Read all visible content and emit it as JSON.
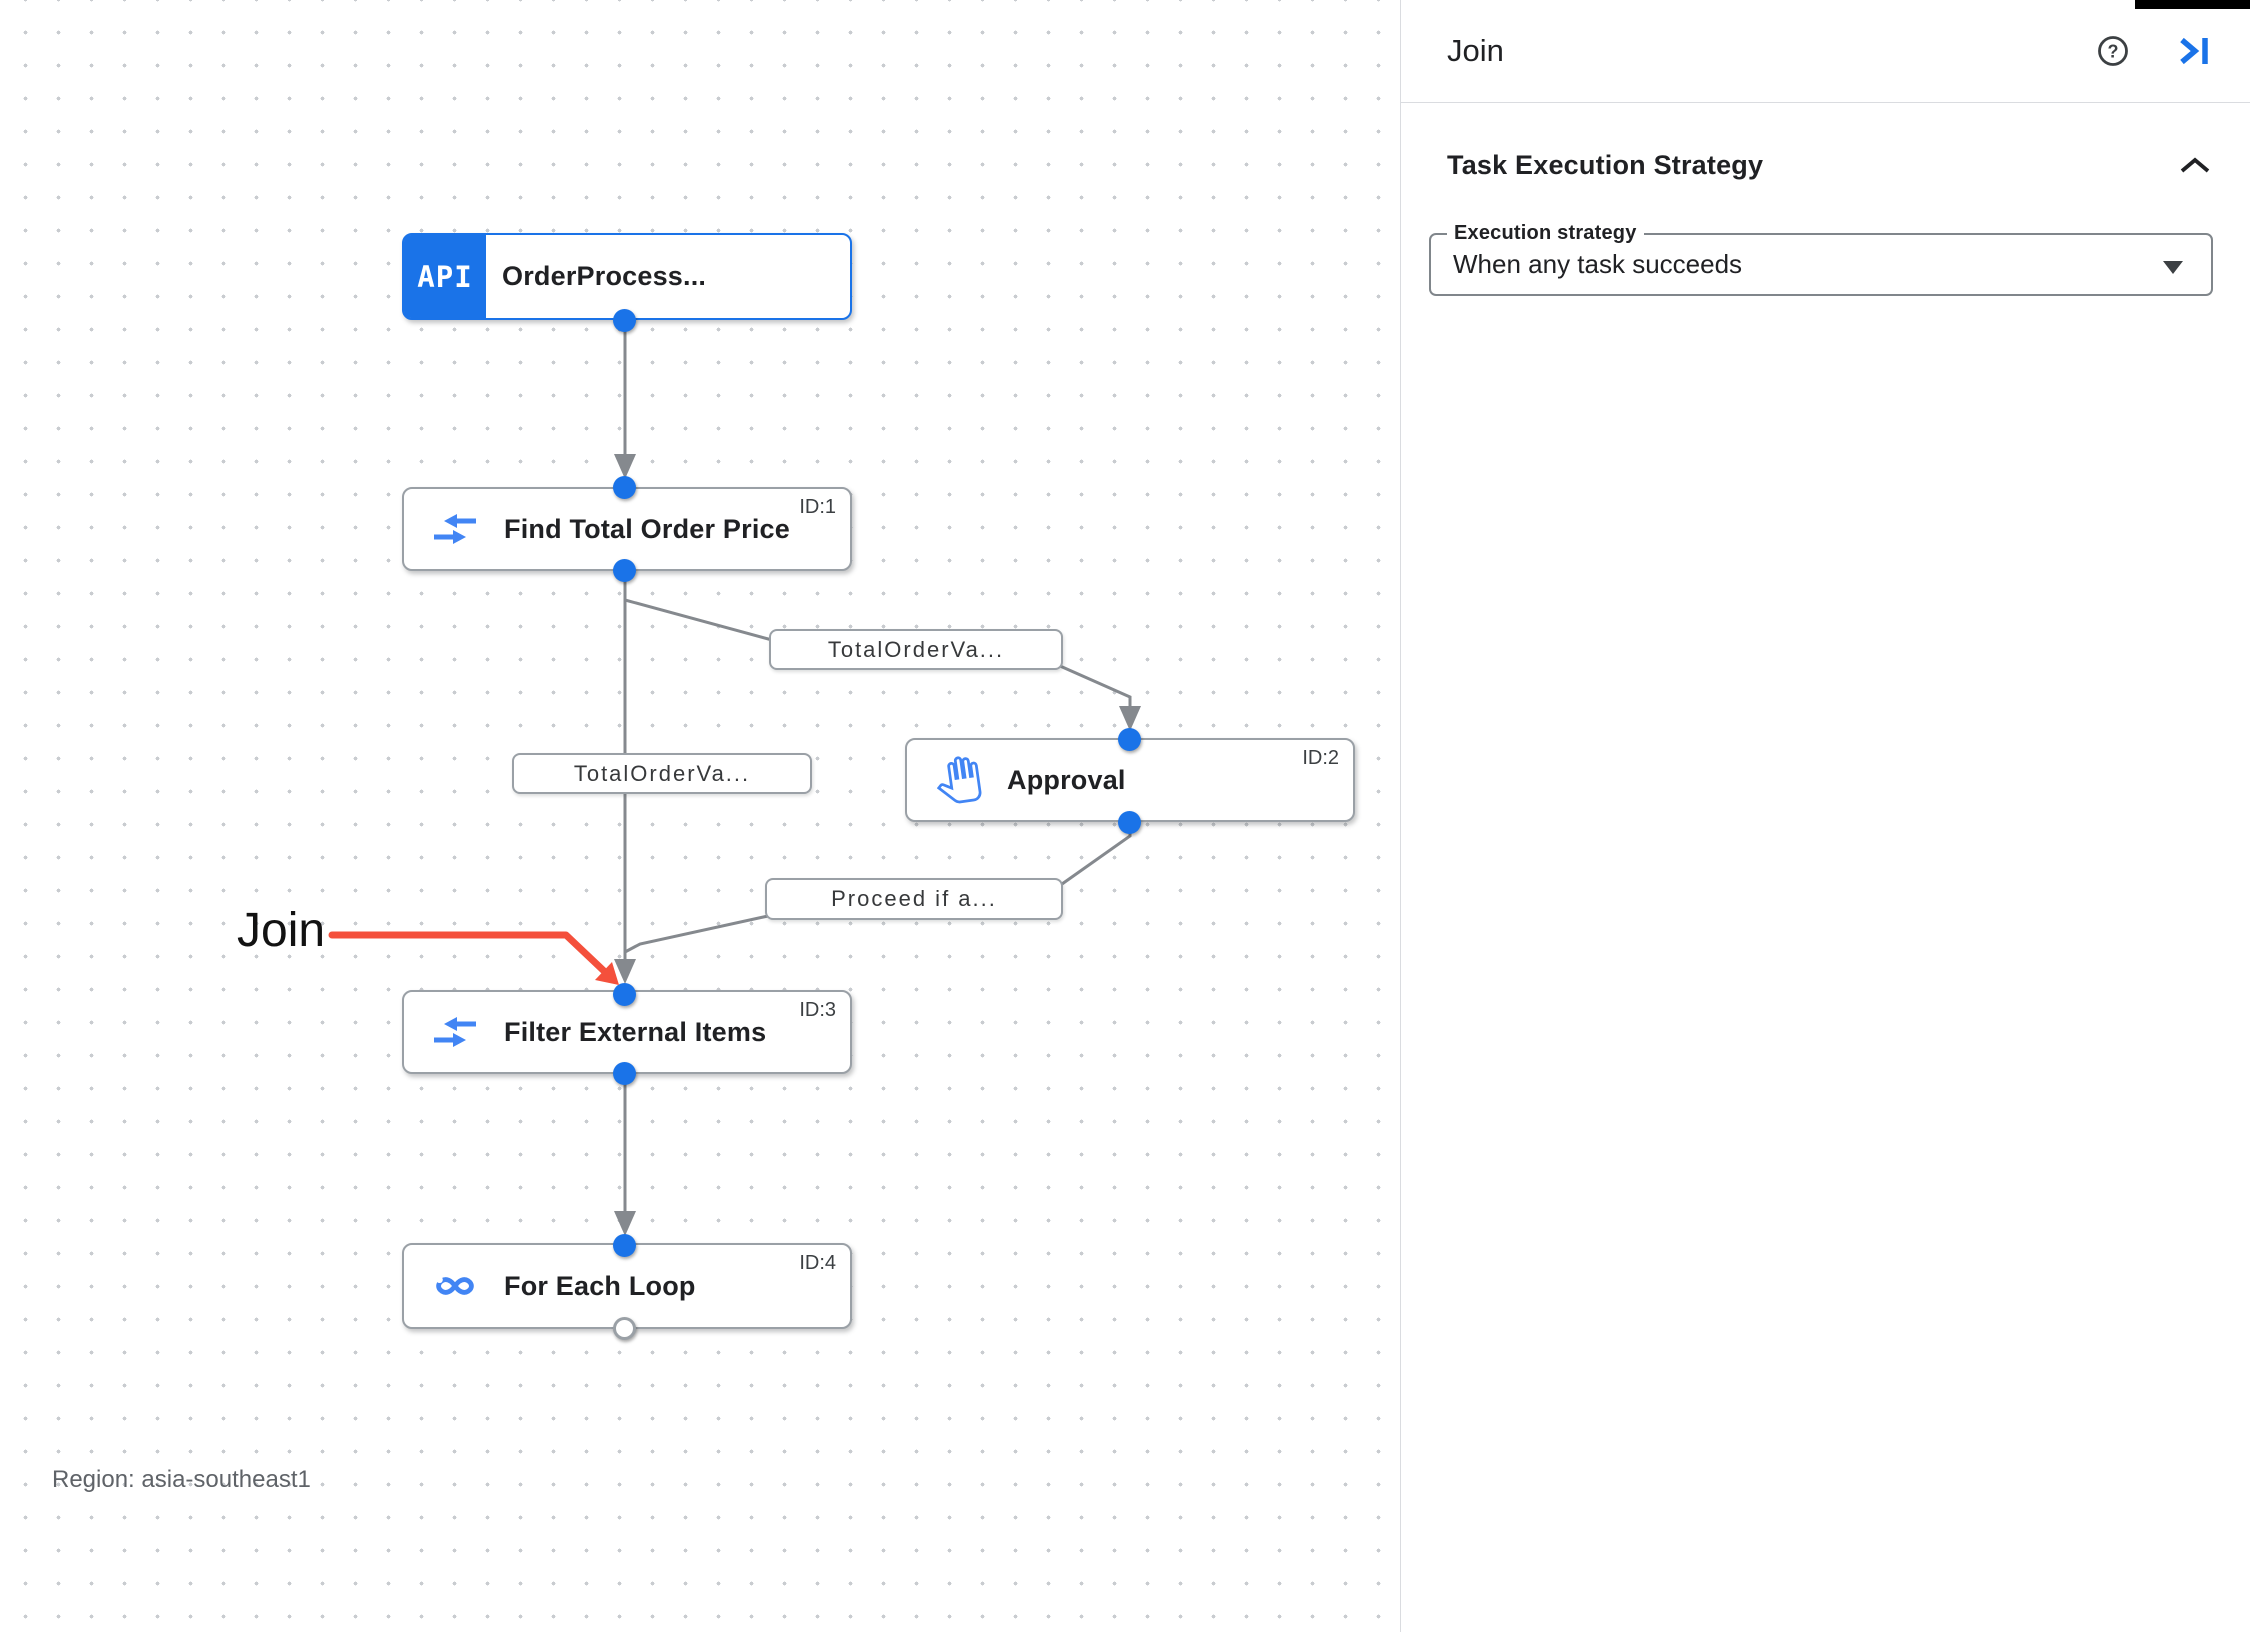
{
  "colors": {
    "accent_blue": "#1a73e8",
    "icon_blue": "#4285f4",
    "edge_gray": "#85898e",
    "annotation_red": "#f4503c"
  },
  "canvas": {
    "region_label": "Region: asia-southeast1",
    "annotation": {
      "label": "Join"
    },
    "nodes": [
      {
        "badge": "API",
        "title": "OrderProcess...",
        "id_label": ""
      },
      {
        "title": "Find Total Order Price",
        "id_label": "ID:1",
        "icon": "data-mapping-icon"
      },
      {
        "title": "Approval",
        "id_label": "ID:2",
        "icon": "approval-hand-icon"
      },
      {
        "title": "Filter External Items",
        "id_label": "ID:3",
        "icon": "data-mapping-icon"
      },
      {
        "title": "For Each Loop",
        "id_label": "ID:4",
        "icon": "for-each-loop-icon"
      }
    ],
    "edge_labels": [
      {
        "text": "TotalOrderVa..."
      },
      {
        "text": "TotalOrderVa..."
      },
      {
        "text": "Proceed if a..."
      }
    ]
  },
  "panel": {
    "title": "Join",
    "help_icon": "help-icon",
    "collapse_icon": "collapse-panel-icon",
    "section": {
      "heading": "Task Execution Strategy",
      "field_label": "Execution strategy",
      "field_value": "When any task succeeds"
    }
  }
}
